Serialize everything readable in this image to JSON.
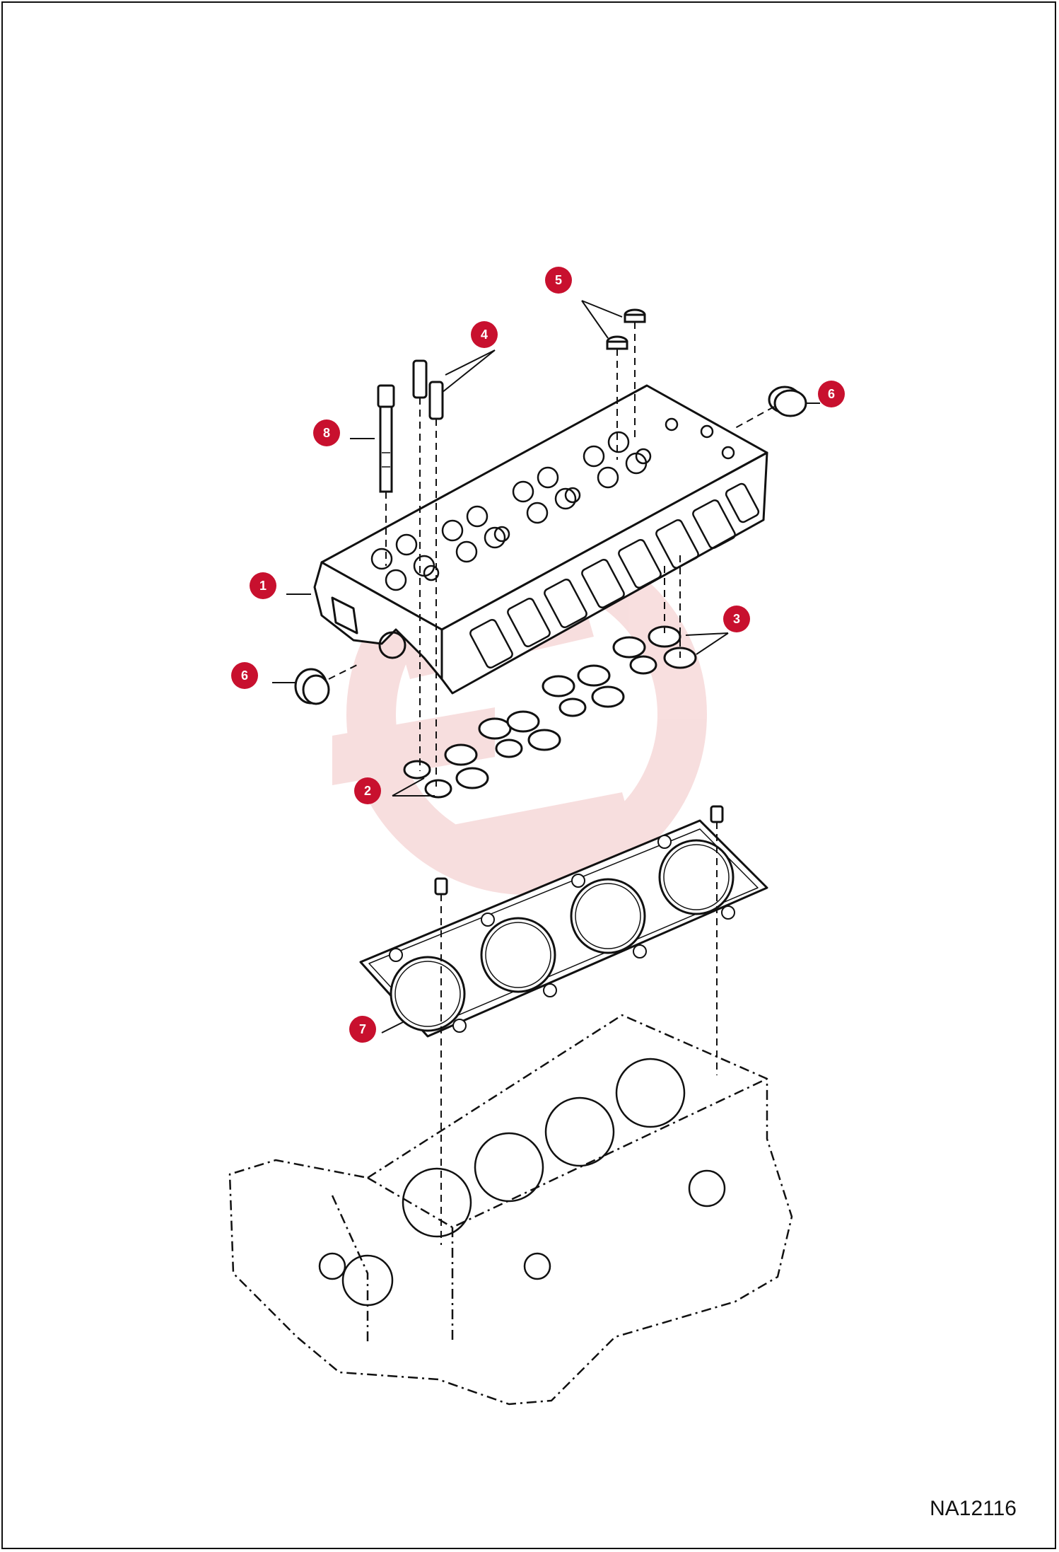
{
  "diagram": {
    "reference_code": "NA12116",
    "callouts": [
      {
        "id": "c1",
        "number": "1"
      },
      {
        "id": "c2",
        "number": "2"
      },
      {
        "id": "c3",
        "number": "3"
      },
      {
        "id": "c4",
        "number": "4"
      },
      {
        "id": "c5",
        "number": "5"
      },
      {
        "id": "c6a",
        "number": "6"
      },
      {
        "id": "c6b",
        "number": "6"
      },
      {
        "id": "c7",
        "number": "7"
      },
      {
        "id": "c8",
        "number": "8"
      }
    ],
    "colors": {
      "callout_fill": "#c8102e",
      "line": "#111111",
      "watermark": "#f2c4c4"
    }
  }
}
